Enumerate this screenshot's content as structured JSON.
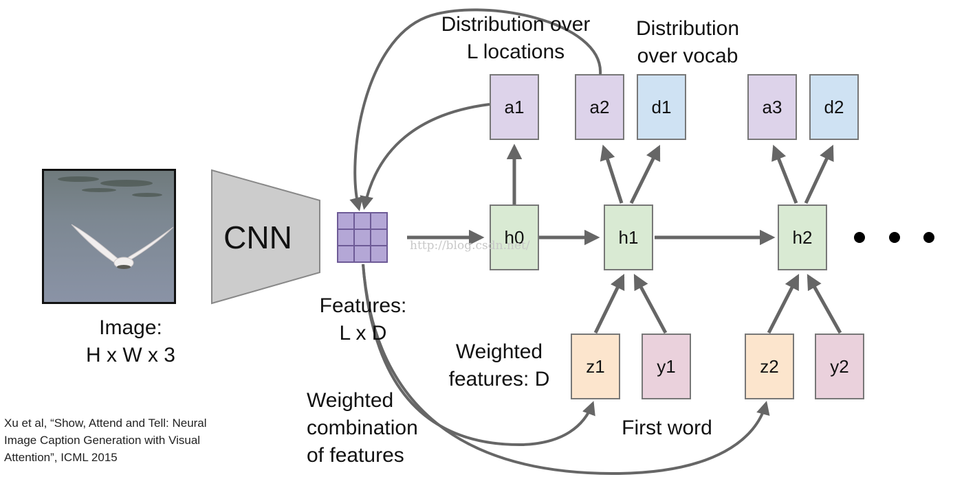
{
  "image_label": {
    "line1": "Image:",
    "line2": "H x W x 3"
  },
  "cnn_label": "CNN",
  "features_label": {
    "line1": "Features:",
    "line2": "L x D"
  },
  "distribution_locations": {
    "line1": "Distribution over",
    "line2": "L locations"
  },
  "distribution_vocab": {
    "line1": "Distribution",
    "line2": "over vocab"
  },
  "weighted_features_label": {
    "line1": "Weighted",
    "line2": "features: D"
  },
  "weighted_combination_label": {
    "line1": "Weighted",
    "line2": "combination",
    "line3": "of features"
  },
  "first_word_label": "First word",
  "nodes": {
    "a1": "a1",
    "a2": "a2",
    "a3": "a3",
    "d1": "d1",
    "d2": "d2",
    "h0": "h0",
    "h1": "h1",
    "h2": "h2",
    "z1": "z1",
    "z2": "z2",
    "y1": "y1",
    "y2": "y2"
  },
  "citation": {
    "line1": "Xu et al, “Show, Attend and Tell: Neural",
    "line2": "Image Caption Generation with Visual",
    "line3": "Attention”, ICML 2015"
  },
  "watermark": "http://blog.csdn.net/",
  "colors": {
    "attention_box": "#ddd3ea",
    "vocab_box": "#cfe2f3",
    "hidden_box": "#d9ead3",
    "z_box": "#fce5cd",
    "y_box": "#ead1dc",
    "arrow": "#666666",
    "cnn": "#cccccc",
    "feature_grid": "#b4a7d6"
  },
  "icons": {
    "input_photo": "seagull-over-water-photo",
    "cnn_shape": "trapezoid-icon",
    "feature_grid": "grid-icon"
  }
}
